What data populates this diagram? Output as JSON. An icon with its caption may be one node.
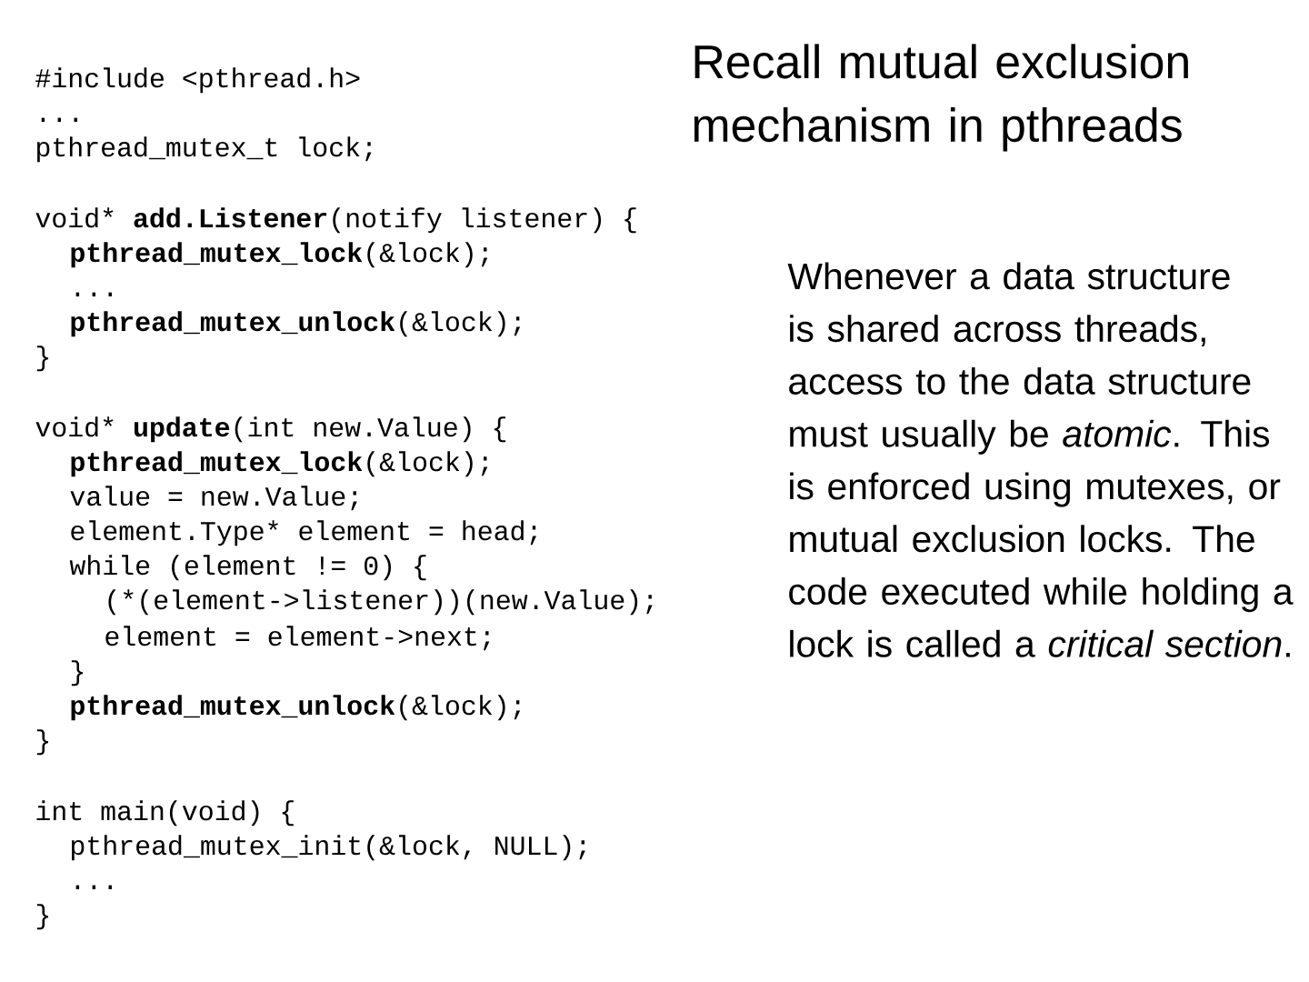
{
  "diagram": {
    "title": "Recall mutual exclusion mechanism in pthreads",
    "labels": [
      "#include <pthread.h>",
      "...",
      "pthread_mutex_t lock;",
      "void* **add.Listener**(notify listener) {",
      "**pthread_mutex_lock**(&lock);",
      "...",
      "**pthread_mutex_unlock**(&lock);",
      "}",
      "void* **update**(int new.Value) {",
      "**pthread_mutex_lock**(&lock);",
      "value = new.Value;",
      "element.Type* element = head;",
      "while (element != 0) {",
      "(*(element->listener))(new.Value);",
      "element = element->next;",
      "}",
      "**pthread_mutex_unlock**(&lock);",
      "}",
      "int main(void) {",
      "pthread_mutex_init(&lock, NULL);",
      "...",
      "}",
      "Whenever a data structure is shared across threads, access to the data structure must usually be *atomic*. This is enforced using mutexes, or mutual exclusion locks. The code executed while holding a lock is called a *critical section*."
    ]
  }
}
